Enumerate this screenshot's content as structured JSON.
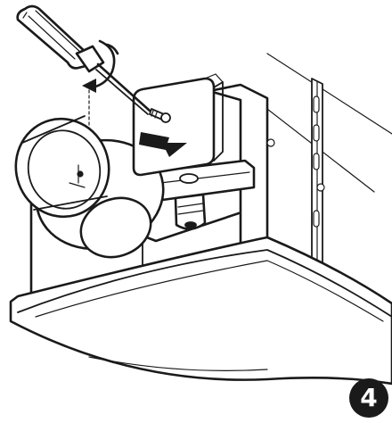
{
  "figure": {
    "step_number": "4",
    "elements": [
      "screwdriver",
      "rotation-arrow",
      "screw",
      "cover-plate",
      "pull-direction-arrow",
      "terminal-box",
      "cable-gland",
      "duct-collar",
      "fan-housing",
      "wall-bracket",
      "ceiling-grille"
    ]
  }
}
